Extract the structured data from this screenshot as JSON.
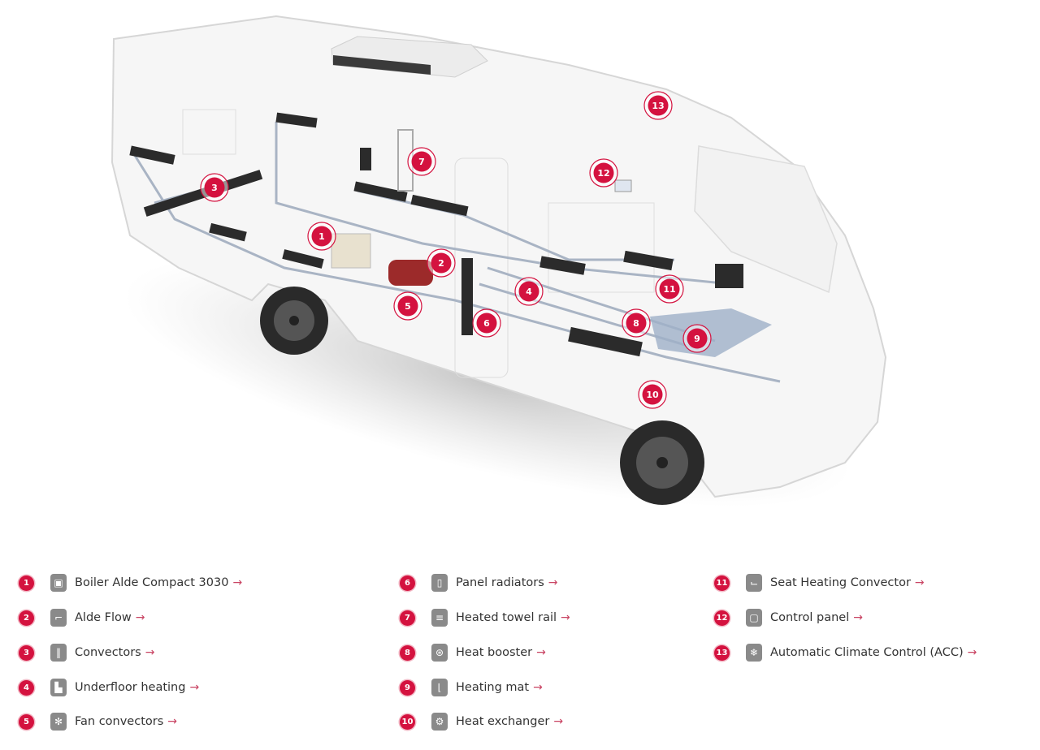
{
  "colors": {
    "accent": "#d4123f",
    "icon": "#8a8a8a",
    "text": "#333333"
  },
  "markers": [
    "1",
    "2",
    "3",
    "4",
    "5",
    "6",
    "7",
    "8",
    "9",
    "10",
    "11",
    "12",
    "13"
  ],
  "legend": [
    {
      "num": "1",
      "icon": "boiler-icon",
      "glyph": "▣",
      "label": "Boiler Alde Compact 3030",
      "arrow": "→"
    },
    {
      "num": "2",
      "icon": "shower-icon",
      "glyph": "⌐",
      "label": "Alde Flow",
      "arrow": "→"
    },
    {
      "num": "3",
      "icon": "convector-icon",
      "glyph": "‖",
      "label": "Convectors",
      "arrow": "→"
    },
    {
      "num": "4",
      "icon": "underfloor-icon",
      "glyph": "▙",
      "label": "Underfloor heating",
      "arrow": "→"
    },
    {
      "num": "5",
      "icon": "fan-convector-icon",
      "glyph": "✻",
      "label": "Fan convectors",
      "arrow": "→"
    },
    {
      "num": "6",
      "icon": "panel-radiator-icon",
      "glyph": "▯",
      "label": "Panel radiators",
      "arrow": "→"
    },
    {
      "num": "7",
      "icon": "towel-rail-icon",
      "glyph": "≡",
      "label": "Heated towel rail",
      "arrow": "→"
    },
    {
      "num": "8",
      "icon": "heat-booster-icon",
      "glyph": "⊛",
      "label": "Heat booster",
      "arrow": "→"
    },
    {
      "num": "9",
      "icon": "heating-mat-icon",
      "glyph": "⌊",
      "label": "Heating mat",
      "arrow": "→"
    },
    {
      "num": "10",
      "icon": "heat-exchanger-icon",
      "glyph": "⚙",
      "label": "Heat exchanger",
      "arrow": "→"
    },
    {
      "num": "11",
      "icon": "seat-icon",
      "glyph": "⌙",
      "label": "Seat Heating Convector",
      "arrow": "→"
    },
    {
      "num": "12",
      "icon": "control-panel-icon",
      "glyph": "▢",
      "label": "Control panel",
      "arrow": "→"
    },
    {
      "num": "13",
      "icon": "snowflake-icon",
      "glyph": "❄",
      "label": "Automatic Climate Control (ACC)",
      "arrow": "→"
    }
  ]
}
